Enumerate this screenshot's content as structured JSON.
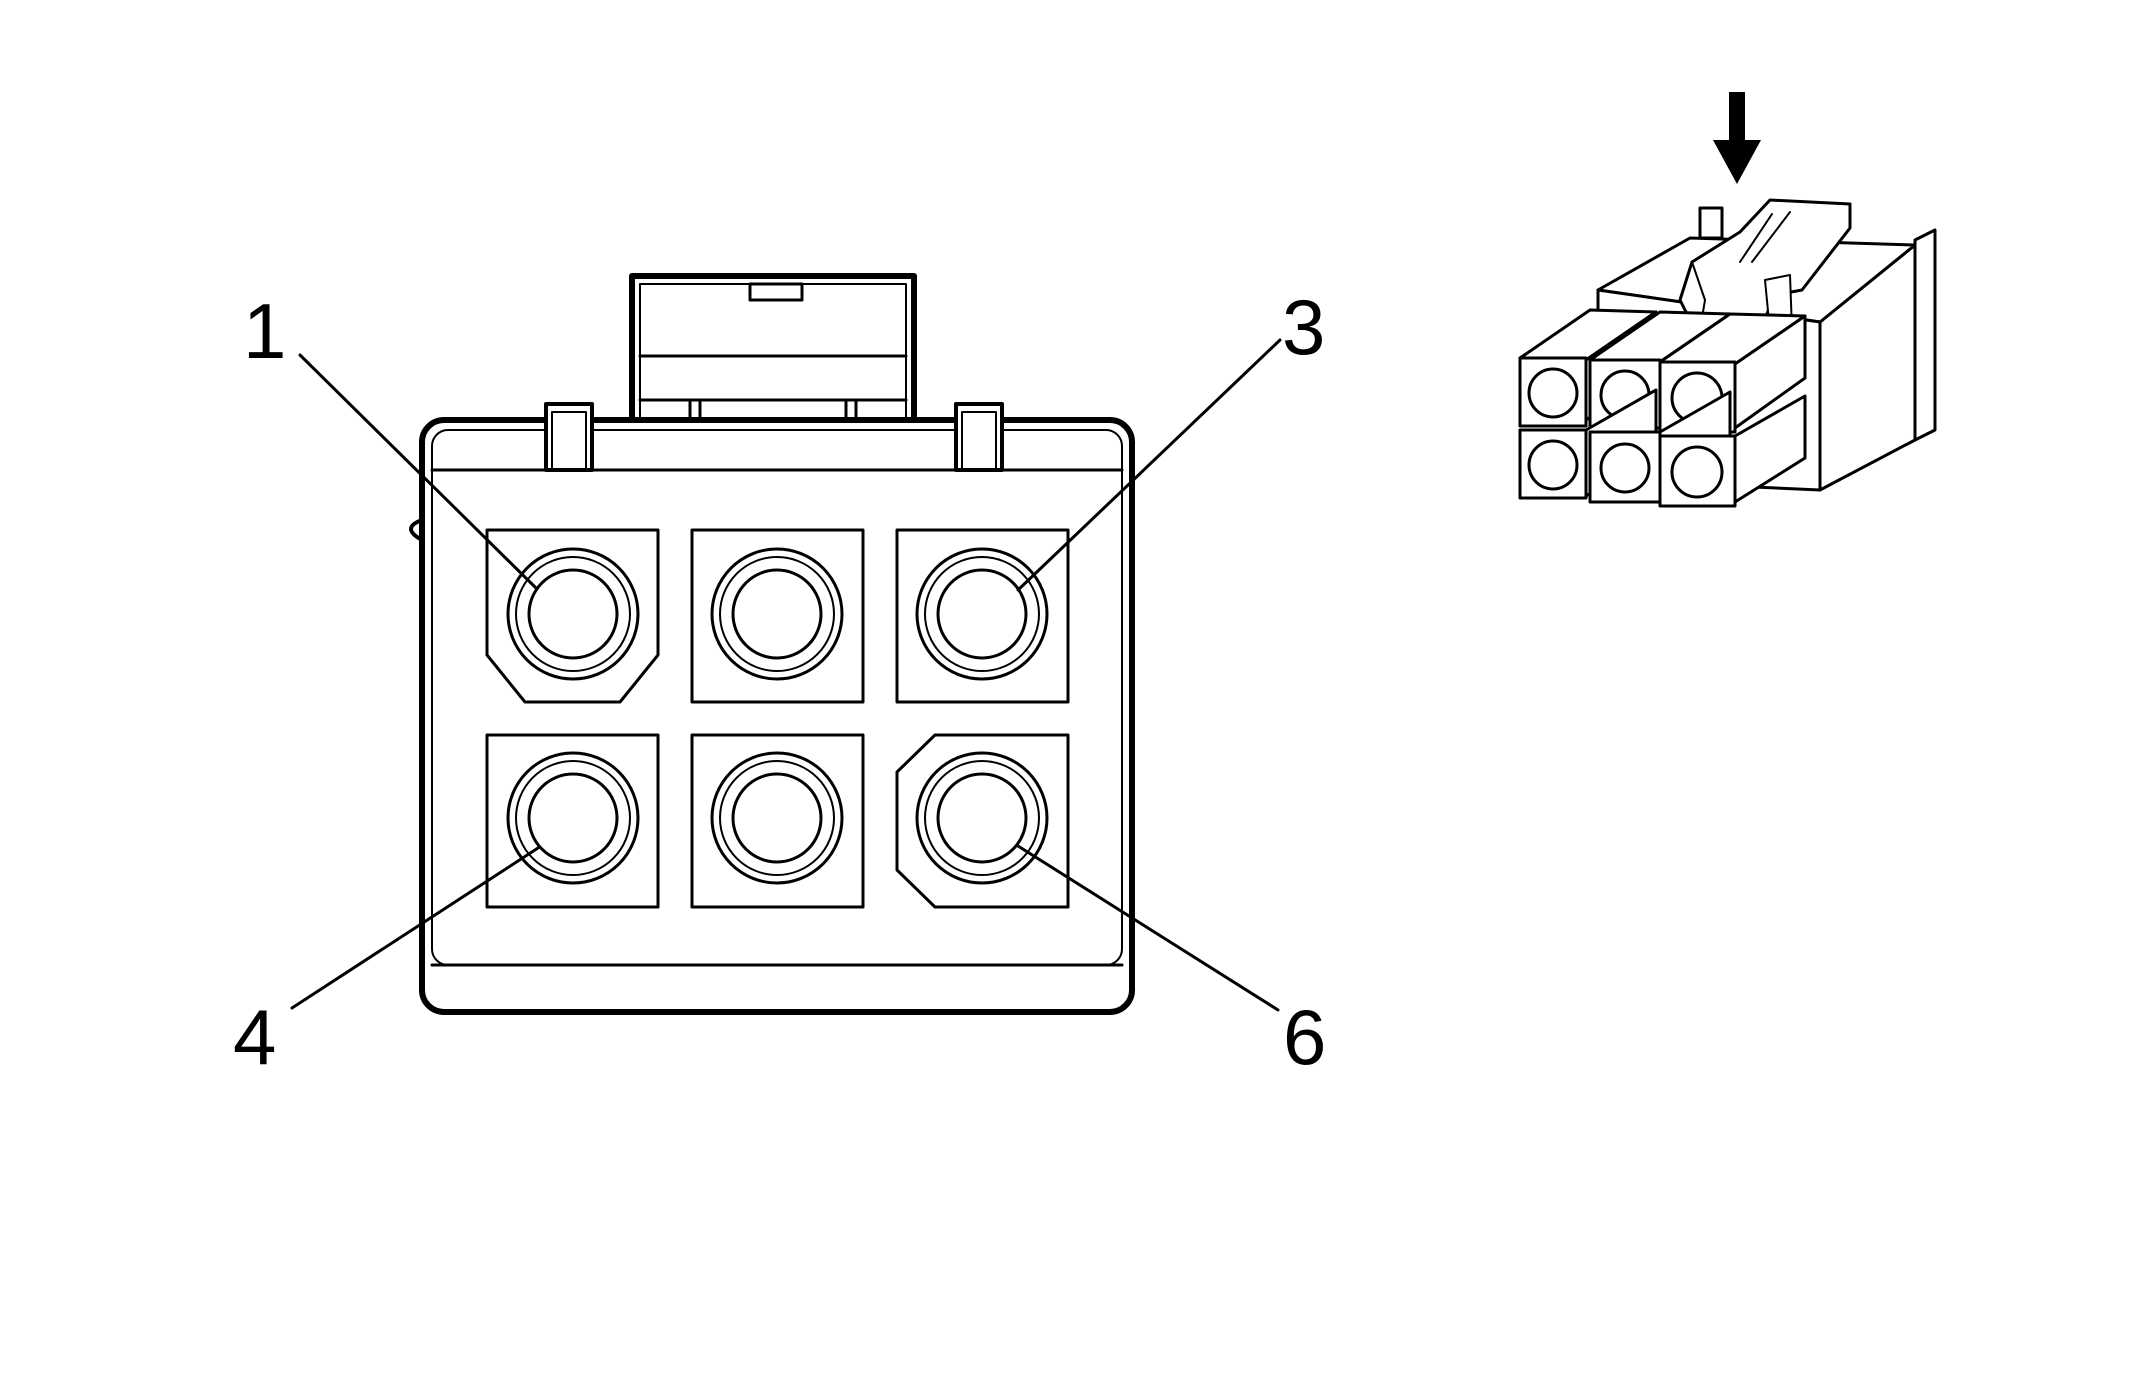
{
  "diagram": {
    "pin_labels": {
      "pin1": "1",
      "pin3": "3",
      "pin4": "4",
      "pin6": "6"
    },
    "colors": {
      "line": "#000000",
      "background": "#ffffff"
    },
    "icons": {
      "view_direction": "down-arrow-icon"
    }
  }
}
